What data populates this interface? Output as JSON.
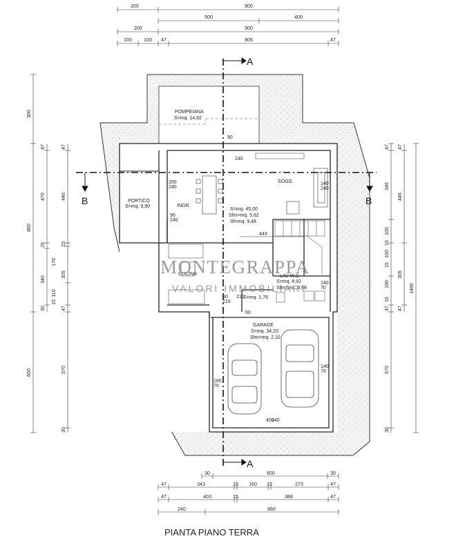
{
  "title": "PIANTA PIANO TERRA",
  "watermark": {
    "line1": "MONTEGRAPPA",
    "line2": "VALORI IMMOBILIARI"
  },
  "sections": {
    "a_top": "A",
    "a_bottom": "A",
    "b_left": "B",
    "b_right": "B"
  },
  "rooms": {
    "pompeiana": {
      "name": "POMPEIANA",
      "area": "S=mq. 14,92"
    },
    "portico": {
      "name": "PORTICO",
      "area": "S=mq. 9,90"
    },
    "ingresso": {
      "name": "INGR."
    },
    "soggiorno": {
      "name": "SOGG.",
      "area": "S=mq. 45,00",
      "sfm": "Sfm=mq. 5,62",
      "sf": "Sf=mq. 9,48"
    },
    "cucina": {
      "name": "CUCINA"
    },
    "lavanderia": {
      "name": "LAV-W.C.",
      "area": "S=mq. 8,92",
      "sfm": "Sfm=mq. 0,98"
    },
    "ripostiglio": {
      "area": "S=mq. 1,76"
    },
    "garage": {
      "name": "GARAGE",
      "area": "S=mq. 34,20",
      "sfm": "Sfm=mq. 2,10"
    }
  },
  "dims": {
    "top_row1": [
      "200",
      "900"
    ],
    "top_row2": [
      "500",
      "400"
    ],
    "top_row3": [
      "200",
      "900"
    ],
    "top_row4": [
      "100",
      "100",
      "47",
      "806",
      "47"
    ],
    "bottom_row1": [
      "30",
      "600",
      "30"
    ],
    "bottom_row2": [
      "47",
      "343",
      "15",
      "160",
      "15",
      "273",
      "47"
    ],
    "bottom_row3": [
      "47",
      "403",
      "15",
      "388",
      "47"
    ],
    "bottom_row4": [
      "240",
      "660"
    ],
    "left_outer": [
      "300",
      "860",
      "600"
    ],
    "left_mid": [
      "47",
      "470",
      "25",
      "340",
      "30"
    ],
    "left_inner": [
      "47",
      "446",
      "15",
      "170",
      "110",
      "15",
      "305",
      "47",
      "570",
      "30"
    ],
    "right_outer": [
      "1460"
    ],
    "right_mid": [
      "47",
      "346",
      "100",
      "15",
      "100",
      "15",
      "190",
      "15",
      "47",
      "570",
      "30"
    ],
    "right_inner": [
      "47",
      "446",
      "305",
      "47"
    ],
    "interior": [
      "443"
    ],
    "openings": {
      "p1": [
        "90",
        "240"
      ],
      "p2": [
        "200",
        "240"
      ],
      "p3": [
        "90",
        "240"
      ],
      "p4": [
        "140",
        "70"
      ],
      "p5": [
        "160",
        "70"
      ],
      "p6": [
        "140",
        "70"
      ],
      "p7": [
        "400",
        "240"
      ],
      "p8": [
        "80",
        "210"
      ],
      "p9": [
        "60",
        "210"
      ],
      "p10": [
        "140",
        "240"
      ]
    }
  }
}
